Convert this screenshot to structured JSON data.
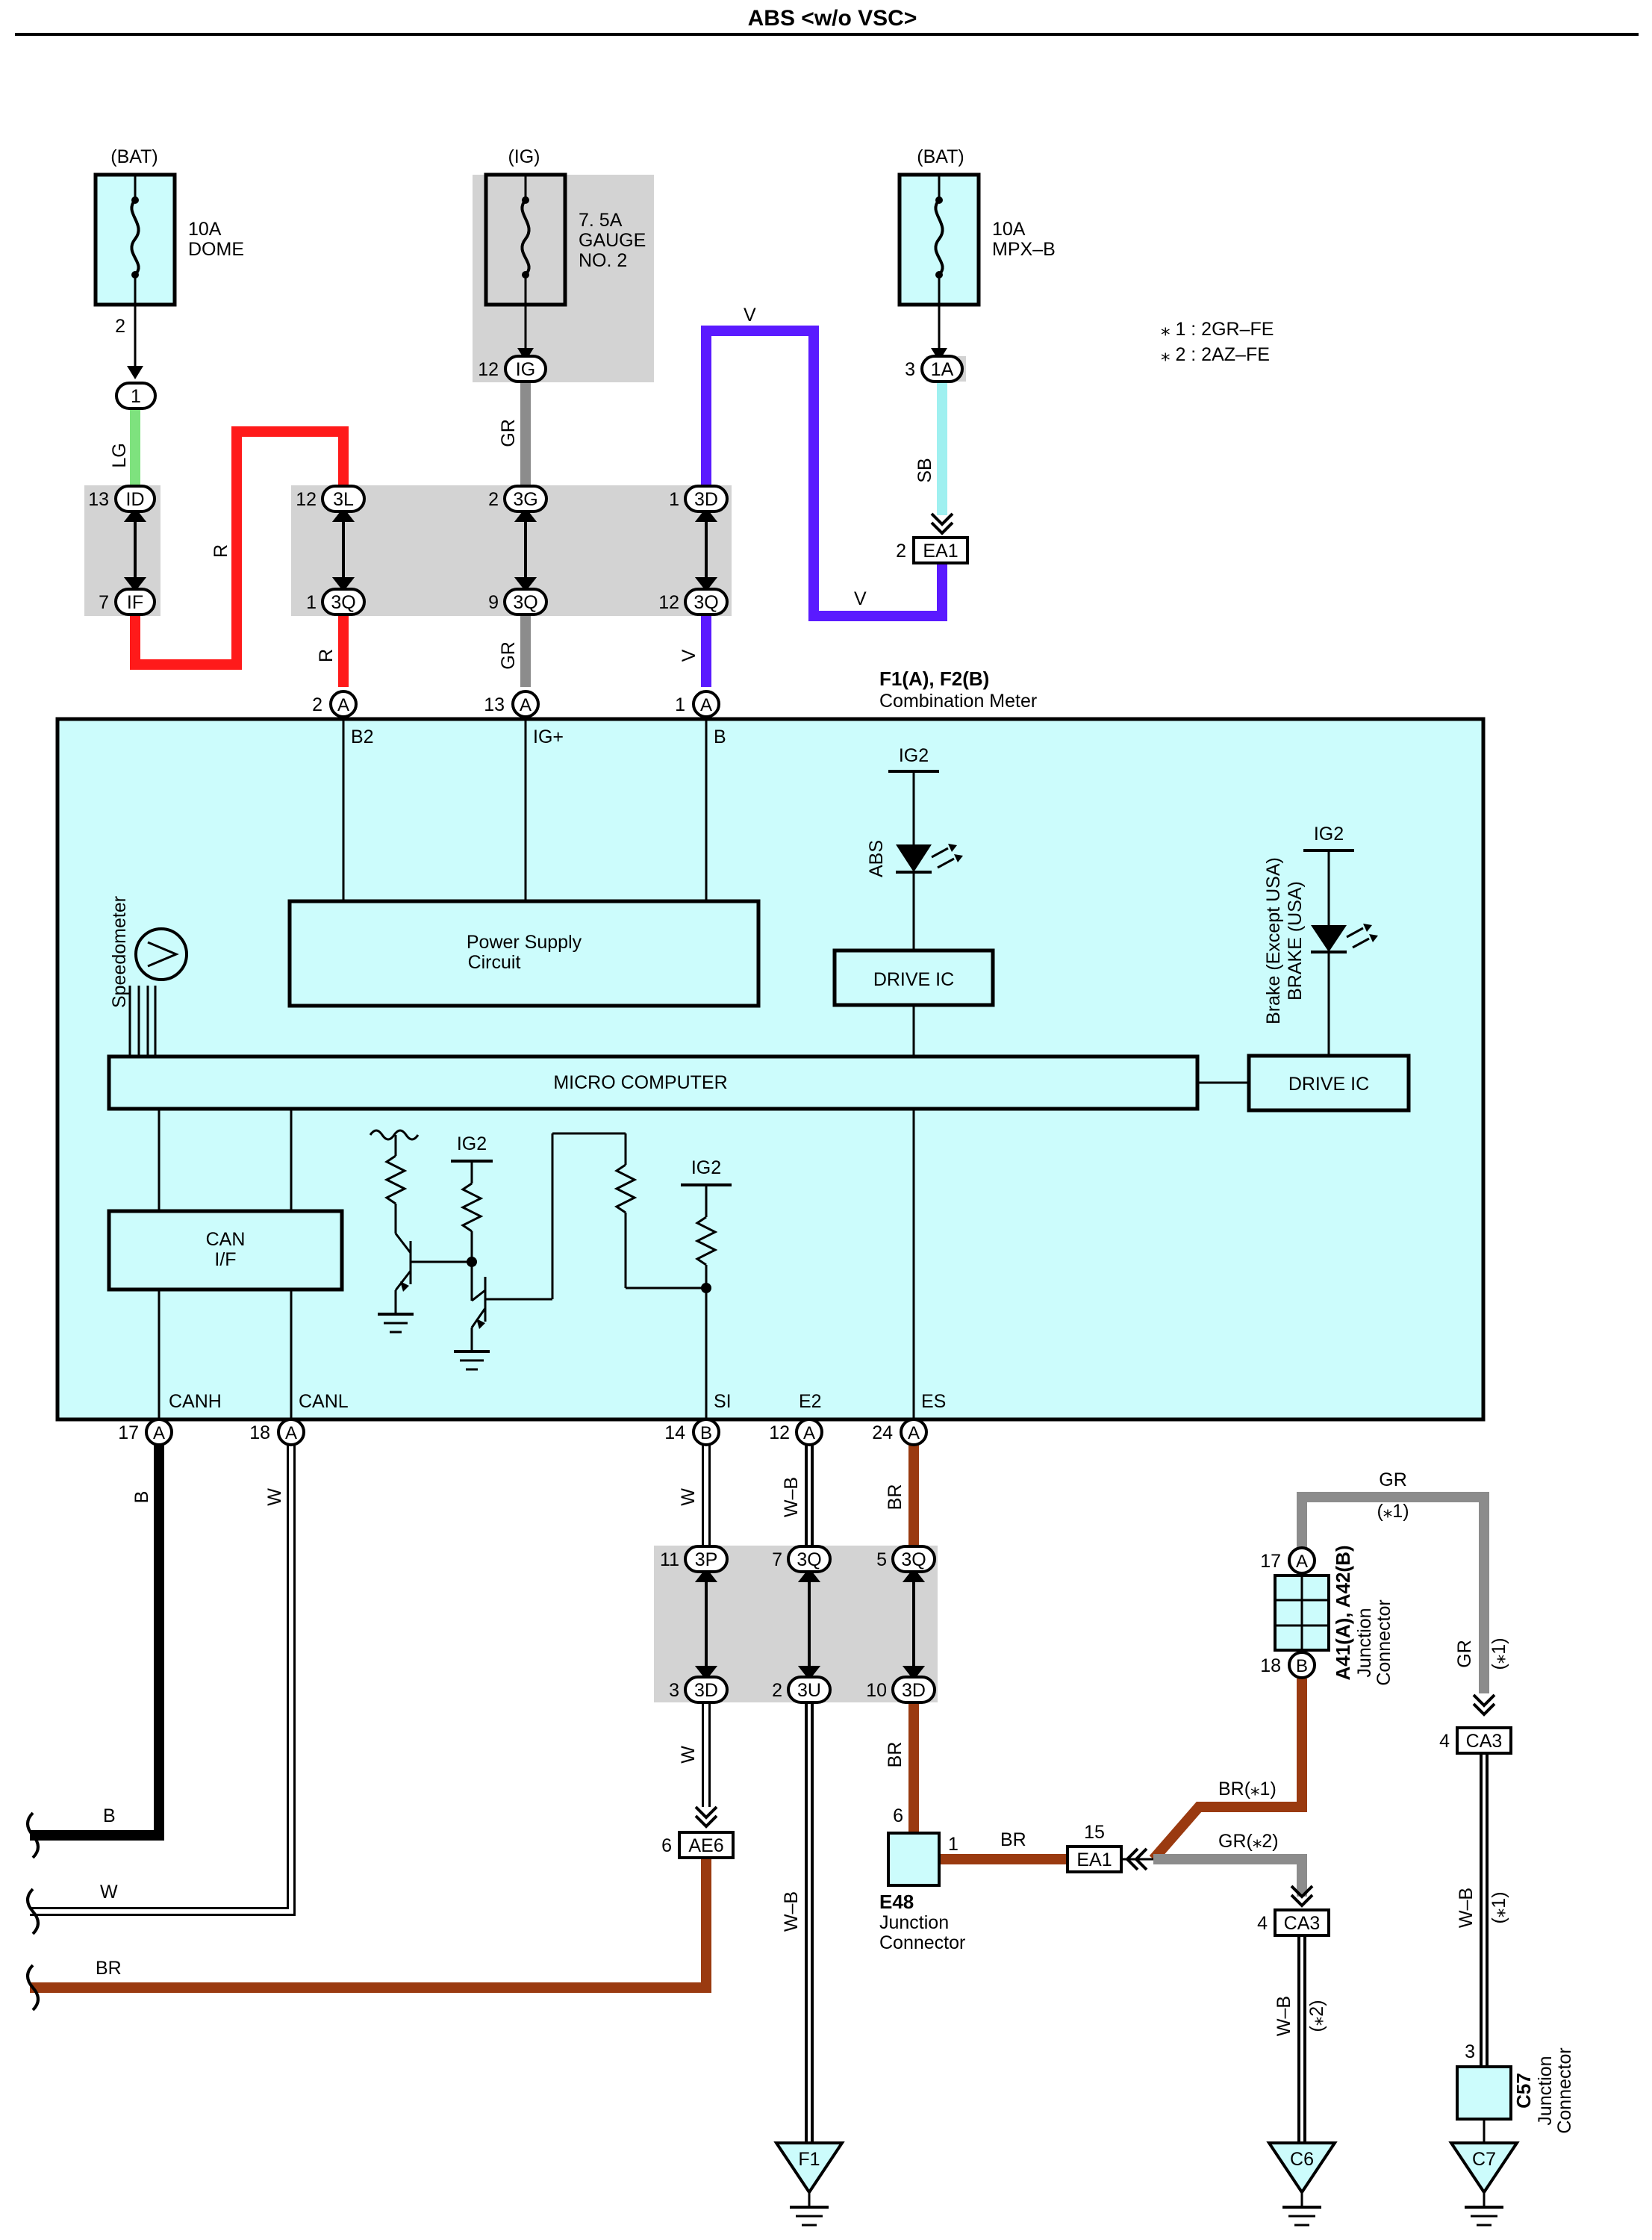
{
  "title": "ABS <w/o VSC>",
  "notes": [
    "⁎ 1 : 2GR–FE",
    "⁎ 2 : 2AZ–FE"
  ],
  "fuses": [
    {
      "source": "(BAT)",
      "rating": "10A",
      "name": "DOME",
      "name2": ""
    },
    {
      "source": "(IG)",
      "rating": "7. 5A",
      "name": "GAUGE",
      "name2": "NO. 2"
    },
    {
      "source": "(BAT)",
      "rating": "10A",
      "name": "MPX–B",
      "name2": ""
    }
  ],
  "pins": {
    "dome_out": "2",
    "dome_conn": "1",
    "ig_pin": "12",
    "ig_conn": "IG",
    "mpx_pin": "3",
    "mpx_conn": "1A",
    "id_pin": "13",
    "id_conn": "ID",
    "if_pin": "7",
    "if_conn": "IF",
    "c3l_pin": "12",
    "c3l": "3L",
    "c3g_pin": "2",
    "c3g": "3G",
    "c3d_pin": "1",
    "c3d": "3D",
    "c3q1_pin": "1",
    "c3q1": "3Q",
    "c3q2_pin": "9",
    "c3q2": "3Q",
    "c3q3_pin": "12",
    "c3q3": "3Q",
    "ea1_top_pin": "2",
    "ea1_top": "EA1",
    "m2_pin": "2",
    "m2": "A",
    "m13_pin": "13",
    "m13": "A",
    "m1_pin": "1",
    "m1": "A",
    "m17_pin": "17",
    "m17": "A",
    "m18_pin": "18",
    "m18": "A",
    "m14_pin": "14",
    "m14": "B",
    "m12_pin": "12",
    "m12": "A",
    "m24_pin": "24",
    "m24": "A",
    "p11_pin": "11",
    "p11": "3P",
    "p7_pin": "7",
    "p7": "3Q",
    "p5_pin": "5",
    "p5": "3Q",
    "p3_pin": "3",
    "p3": "3D",
    "p2_pin": "2",
    "p2": "3U",
    "p10_pin": "10",
    "p10": "3D",
    "ae6_pin": "6",
    "ae6": "AE6",
    "e48_pin6": "6",
    "e48_pin1": "1",
    "ea1_pin": "15",
    "ea1": "EA1",
    "a41_17": "17",
    "a41_a": "A",
    "a41_18": "18",
    "a41_b": "B",
    "ca3_left_pin": "4",
    "ca3_left": "CA3",
    "ca3_right_pin": "4",
    "ca3_right": "CA3",
    "c57_pin": "3"
  },
  "wires": {
    "lg": "LG",
    "r1": "R",
    "r2": "R",
    "gr1": "GR",
    "gr2": "GR",
    "v_top": "V",
    "v_mid": "V",
    "v_low": "V",
    "sb": "SB",
    "b1": "B",
    "w1": "W",
    "w2": "W",
    "wb1": "W–B",
    "wb2": "W–B",
    "br1": "BR",
    "br2": "BR",
    "br3": "BR",
    "br_e48": "BR",
    "br_s1": "BR(⁎1)",
    "gr_s2": "GR(⁎2)",
    "gr_top": "GR",
    "s1_top": "(⁎1)",
    "gr_right": "GR",
    "s1_right": "(⁎1)",
    "wb_s2": "W–B",
    "s2": "(⁎2)",
    "wb_s1": "W–B",
    "s1b": "(⁎1)",
    "b_left": "B",
    "w_left": "W",
    "br_left": "BR"
  },
  "meter": {
    "id": "F1(A), F2(B)",
    "name": "Combination Meter",
    "term_b2": "B2",
    "term_ig": "IG+",
    "term_b": "B",
    "power_supply_1": "Power Supply",
    "power_supply_2": "Circuit",
    "drive_ic": "DRIVE IC",
    "drive_ic2": "DRIVE IC",
    "micro": "MICRO COMPUTER",
    "can1": "CAN",
    "can2": "I/F",
    "ig2_a": "IG2",
    "ig2_b": "IG2",
    "ig2_c": "IG2",
    "ig2_d": "IG2",
    "abs": "ABS",
    "brake1": "Brake (Except USA)",
    "brake2": "BRAKE (USA)",
    "speedometer": "Speedometer",
    "canh": "CANH",
    "canl": "CANL",
    "si": "SI",
    "e2": "E2",
    "es": "ES"
  },
  "components": {
    "e48": "E48",
    "e48_n1": "Junction",
    "e48_n2": "Connector",
    "a41": "A41(A), A42(B)",
    "a41_n1": "Junction",
    "a41_n2": "Connector",
    "c57": "C57",
    "c57_n1": "Junction",
    "c57_n2": "Connector"
  },
  "grounds": [
    "F1",
    "C6",
    "C7"
  ],
  "colors": {
    "lg": "#7ee27e",
    "red": "#ff1a1a",
    "gray": "#8c8c8c",
    "violet": "#5a1aff",
    "sb": "#9ff0f0",
    "brown": "#9a3a10",
    "black": "#000000",
    "meter_fill": "#ccfcfc",
    "splice_fill": "#d3d3d3"
  }
}
